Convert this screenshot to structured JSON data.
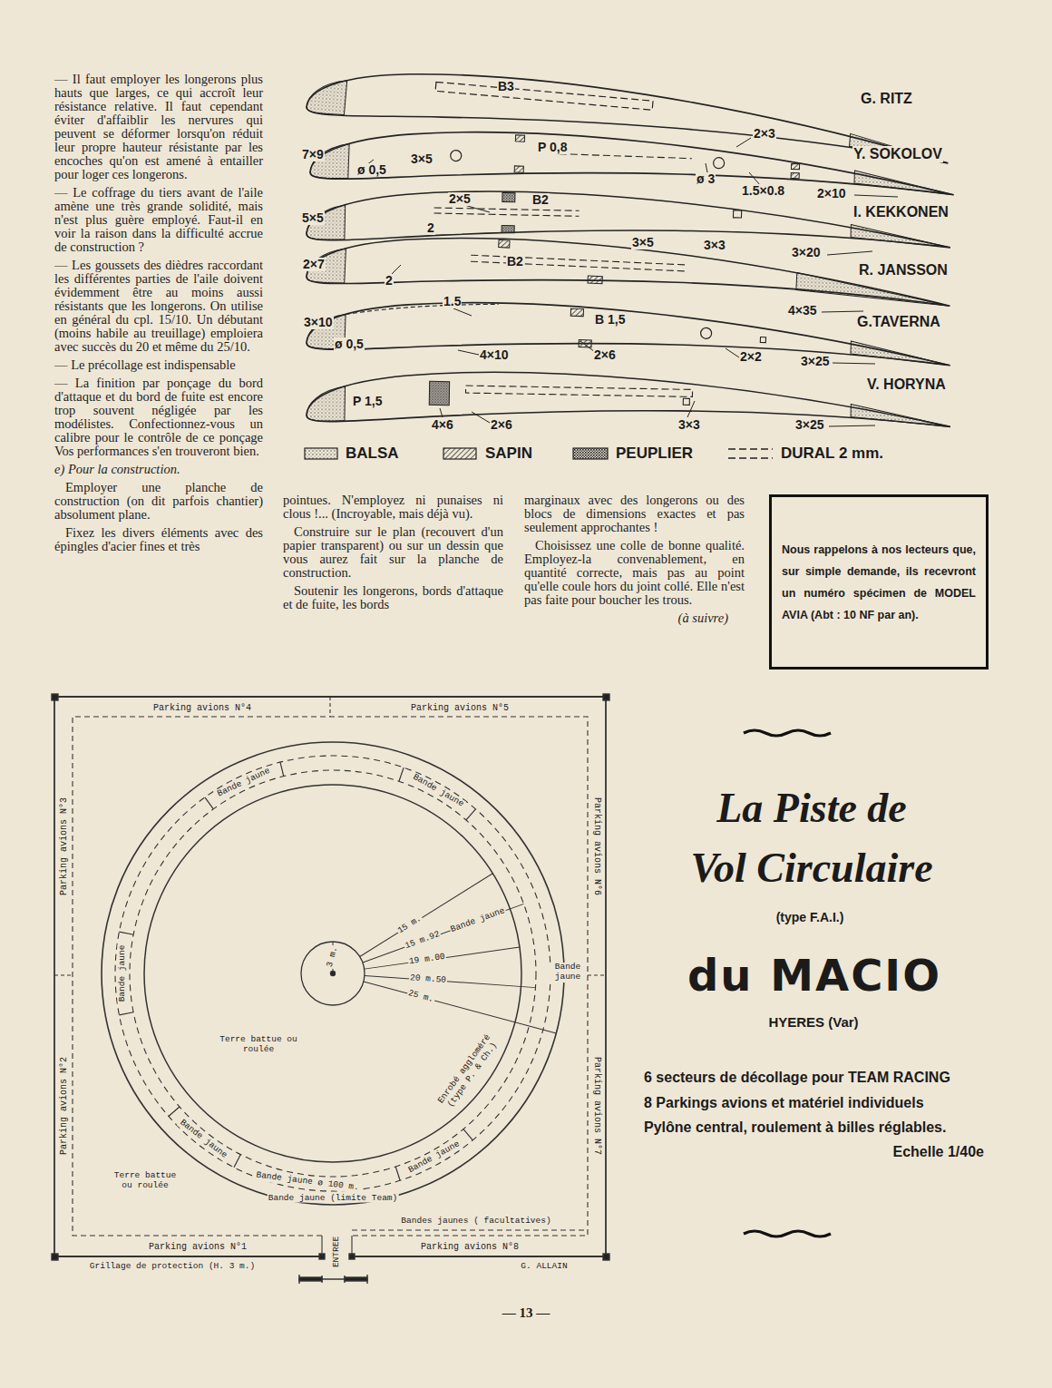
{
  "diagram": {
    "title": "La Piste de Vol Circulaire",
    "nodes": [
      {
        "text": [
          "Nous rappelons à nos lecteurs que, sur simple demande, ils recevront un numéro spécimen de MODEL AVIA (Abt : 10 NF par an)."
        ]
      },
      {
        "text": [
          "Parking avions N°4"
        ]
      },
      {
        "text": [
          "Parking avions N°5"
        ]
      },
      {
        "text": [
          "Parking avions N°3"
        ]
      },
      {
        "text": [
          "Parking avions N°6"
        ]
      },
      {
        "text": [
          "Parking avions N°2"
        ]
      },
      {
        "text": [
          "Parking avions N°7"
        ]
      },
      {
        "text": [
          "Parking avions N°1"
        ]
      },
      {
        "text": [
          "Parking avions N°8"
        ]
      }
    ],
    "labels": [
      "— Il faut employer les longerons plus hauts que larges, ce qui accroît leur résistance relative. Il faut cependant éviter d'affaiblir les nervures qui peuvent se déformer lorsqu'on réduit leur propre hauteur résistante par les encoches qu'on est amené à entailler pour loger ces longerons.",
      "— Le coffrage du tiers avant de l'aile amène une très grande solidité, mais n'est plus guère employé. Faut-il en voir la raison dans la difficulté accrue de construction ?",
      "— Les goussets des dièdres raccordant les différentes parties de l'aile doivent évidemment être au moins aussi résistants que les longerons. On utilise en général du cpl. 15/10. Un débutant (moins habile au treuillage) emploiera avec succès du 20 et même du 25/10.",
      "— Le précollage est indispensable",
      "— La finition par ponçage du bord d'attaque et du bord de fuite est encore trop souvent négligée par les modélistes. Confectionnez-vous un calibre pour le contrôle de ce ponçage Vos performances s'en trouveront bien.",
      "e) Pour la construction.",
      "Employer une planche de construction (on dit parfois chantier) absolument plane.",
      "Fixez les divers éléments avec des épingles d'acier fines et très",
      "pointues. N'employez ni punaises ni clous !... (Incroyable, mais déjà vu).",
      "Construire sur le plan (recouvert d'un papier transparent) ou sur un dessin que vous aurez fait sur la planche de construction.",
      "Soutenir les longerons, bords d'attaque et de fuite, les bords",
      "marginaux avec des longerons ou des blocs de dimensions exactes et pas seulement approchantes !",
      "Choisissez une colle de bonne qualité. Employez-la convenablement, en quantité correcte, mais pas au point qu'elle coule hors du joint collé. Elle n'est pas faite pour boucher les trous.",
      "(à suivre)",
      "B3",
      "G. RITZ",
      "2×3",
      "Y. SOKOLOV",
      "7×9",
      "ø 0,5",
      "3×5",
      "P 0,8",
      "ø 3",
      "1.5×0.8",
      "2×10",
      "I. KEKKONEN",
      "2×5",
      "B2",
      "5×5",
      "2",
      "3×5",
      "3×3",
      "3×20",
      "2×7",
      "B2",
      "R. JANSSON",
      "2",
      "1.5",
      "4×35",
      "G.TAVERNA",
      "3×10",
      "B 1,5",
      "ø 0,5",
      "4×10",
      "2×6",
      "2×2",
      "3×25",
      "V. HORYNA",
      "P 1,5",
      "4×6",
      "2×6",
      "3×3",
      "3×25",
      "Bande jaune",
      "Bande jaune",
      "Bande jaune",
      "3 m.",
      "15 m.",
      "15 m.92",
      "Bande jaune",
      "19 m.00",
      "20 m.50",
      "25 m.",
      "Bande jaune",
      "Terre battue ou roulée",
      "Enrobé aggloméré (type P. & Ch.)",
      "Bande jaune",
      "Bande jaune",
      "Bande jaune ø 100 m.",
      "Bande jaune (limite Team)",
      "Terre battue ou roulée",
      "Bandes jaunes ( facultatives)",
      "ENTREE",
      "Grillage de protection (H. 3 m.)",
      "G. ALLAIN",
      "(type F.A.I.)",
      "du MACIO",
      "HYERES (Var)",
      "6 secteurs de décollage pour TEAM RACING",
      "8 Parkings avions et matériel individuels",
      "Pylône central, roulement à billes réglables.",
      "Echelle 1/40e",
      "— 13 —"
    ],
    "legend": [
      {
        "text": "BALSA"
      },
      {
        "text": "SAPIN"
      },
      {
        "text": "PEUPLIER"
      },
      {
        "text": "DURAL 2 mm."
      }
    ]
  }
}
